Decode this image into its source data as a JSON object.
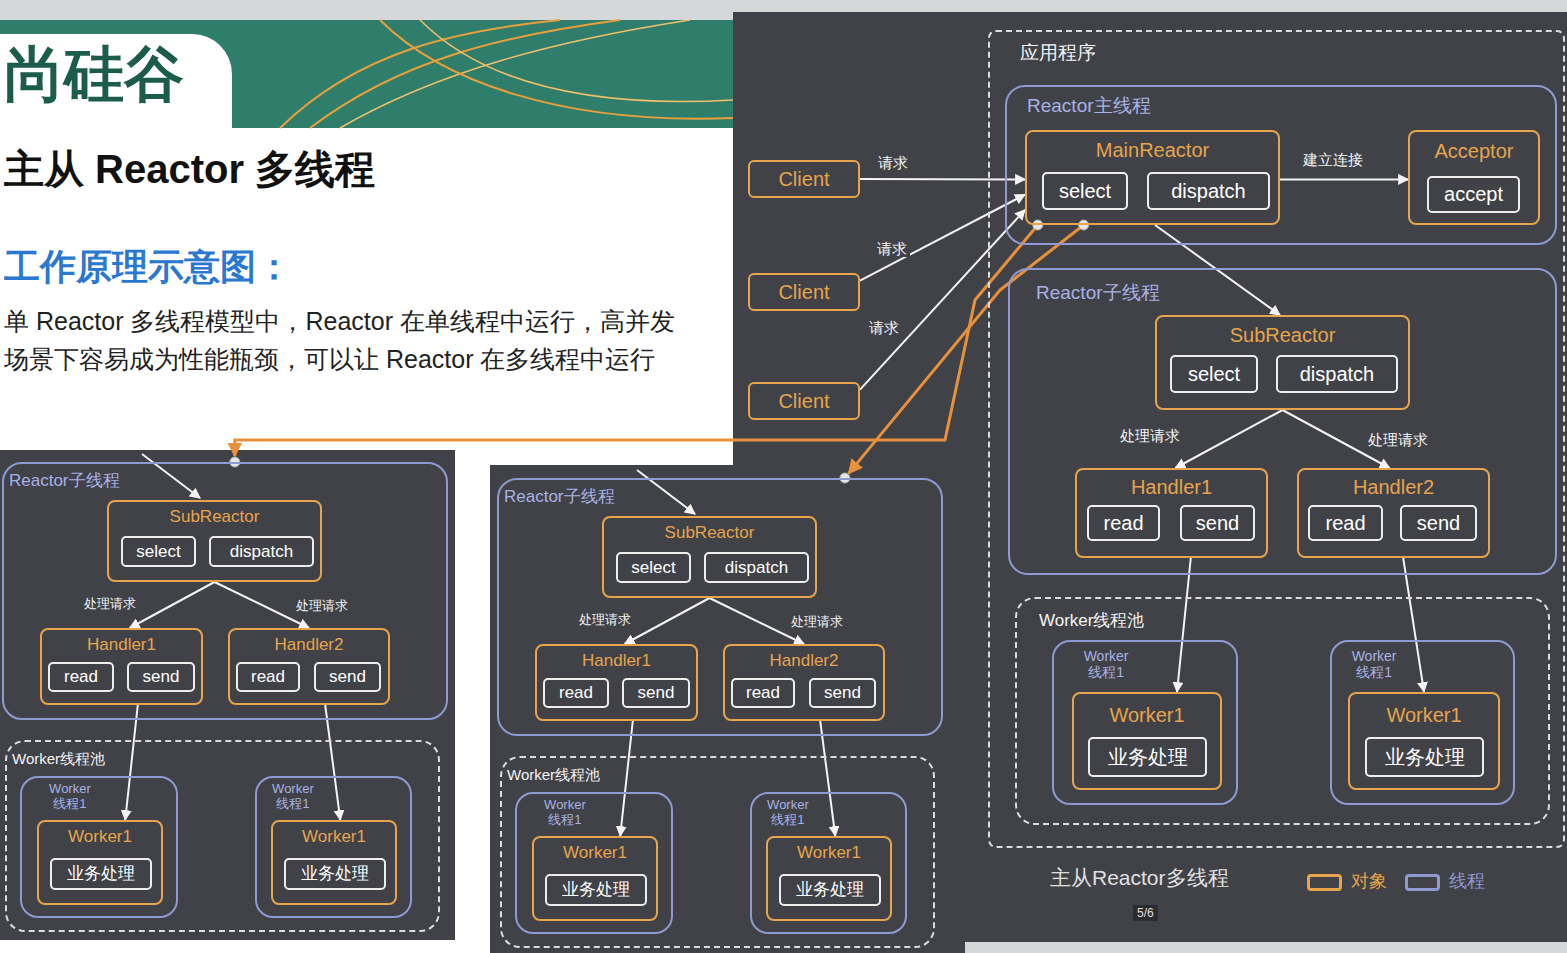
{
  "diagram": {
    "title": "主从 Reactor 多线程",
    "caption": "主从Reactor多线程",
    "nodes": [
      {
        "text": [
          "Client"
        ]
      },
      {
        "text": [
          "Client"
        ]
      },
      {
        "text": [
          "Client"
        ]
      },
      {
        "text": [
          "应用程序"
        ]
      },
      {
        "text": [
          "Reactor主线程"
        ],
        "in": 3
      },
      {
        "text": [
          "MainReactor"
        ],
        "in": 4
      },
      {
        "text": [
          "select"
        ],
        "in": 5
      },
      {
        "text": [
          "dispatch"
        ],
        "in": 5
      },
      {
        "text": [
          "Acceptor"
        ],
        "in": 4
      },
      {
        "text": [
          "accept"
        ],
        "in": 8
      },
      {
        "text": [
          "Reactor子线程"
        ],
        "in": 3
      },
      {
        "text": [
          "SubReactor"
        ],
        "in": 10
      },
      {
        "text": [
          "select"
        ],
        "in": 11
      },
      {
        "text": [
          "dispatch"
        ],
        "in": 11
      },
      {
        "text": [
          "Handler1"
        ],
        "in": 10
      },
      {
        "text": [
          "read"
        ],
        "in": 14
      },
      {
        "text": [
          "send"
        ],
        "in": 14
      },
      {
        "text": [
          "Handler2"
        ],
        "in": 10
      },
      {
        "text": [
          "read"
        ],
        "in": 17
      },
      {
        "text": [
          "send"
        ],
        "in": 17
      },
      {
        "text": [
          "Worker线程池"
        ],
        "in": 3
      },
      {
        "text": [
          "Worker 线程1"
        ],
        "in": 20
      },
      {
        "text": [
          "Worker1"
        ],
        "in": 21
      },
      {
        "text": [
          "业务处理"
        ],
        "in": 22
      },
      {
        "text": [
          "Worker 线程1"
        ],
        "in": 20
      },
      {
        "text": [
          "Worker1"
        ],
        "in": 24
      },
      {
        "text": [
          "业务处理"
        ],
        "in": 25
      },
      {
        "text": [
          "Reactor子线程"
        ]
      },
      {
        "text": [
          "SubReactor"
        ],
        "in": 27
      },
      {
        "text": [
          "select"
        ],
        "in": 28
      },
      {
        "text": [
          "dispatch"
        ],
        "in": 28
      },
      {
        "text": [
          "Handler1"
        ],
        "in": 27
      },
      {
        "text": [
          "read"
        ],
        "in": 31
      },
      {
        "text": [
          "send"
        ],
        "in": 31
      },
      {
        "text": [
          "Handler2"
        ],
        "in": 27
      },
      {
        "text": [
          "read"
        ],
        "in": 34
      },
      {
        "text": [
          "send"
        ],
        "in": 34
      },
      {
        "text": [
          "Worker线程池"
        ]
      },
      {
        "text": [
          "Worker 线程1"
        ],
        "in": 37
      },
      {
        "text": [
          "Worker1"
        ],
        "in": 38
      },
      {
        "text": [
          "业务处理"
        ],
        "in": 39
      },
      {
        "text": [
          "Worker 线程1"
        ],
        "in": 37
      },
      {
        "text": [
          "Worker1"
        ],
        "in": 41
      },
      {
        "text": [
          "业务处理"
        ],
        "in": 42
      },
      {
        "text": [
          "Reactor子线程"
        ]
      },
      {
        "text": [
          "SubReactor"
        ],
        "in": 44
      },
      {
        "text": [
          "select"
        ],
        "in": 45
      },
      {
        "text": [
          "dispatch"
        ],
        "in": 45
      },
      {
        "text": [
          "Handler1"
        ],
        "in": 44
      },
      {
        "text": [
          "read"
        ],
        "in": 48
      },
      {
        "text": [
          "send"
        ],
        "in": 48
      },
      {
        "text": [
          "Handler2"
        ],
        "in": 44
      },
      {
        "text": [
          "read"
        ],
        "in": 51
      },
      {
        "text": [
          "send"
        ],
        "in": 51
      },
      {
        "text": [
          "Worker线程池"
        ]
      },
      {
        "text": [
          "Worker 线程1"
        ],
        "in": 54
      },
      {
        "text": [
          "Worker1"
        ],
        "in": 55
      },
      {
        "text": [
          "业务处理"
        ],
        "in": 56
      },
      {
        "text": [
          "Worker 线程1"
        ],
        "in": 54
      },
      {
        "text": [
          "Worker1"
        ],
        "in": 58
      },
      {
        "text": [
          "业务处理"
        ],
        "in": 59
      }
    ],
    "edges": [
      {
        "from": 0,
        "to": 5,
        "label": "请求",
        "arrow": "to"
      },
      {
        "from": 1,
        "to": 5,
        "label": "请求",
        "arrow": "to"
      },
      {
        "from": 2,
        "to": 5,
        "label": "请求",
        "arrow": "to"
      },
      {
        "from": 5,
        "to": 8,
        "label": "建立连接",
        "arrow": "to"
      },
      {
        "from": 5,
        "to": 11,
        "arrow": "to"
      },
      {
        "from": 11,
        "to": 14,
        "label": "处理请求",
        "arrow": "to"
      },
      {
        "from": 11,
        "to": 17,
        "label": "处理请求",
        "arrow": "to"
      },
      {
        "from": 14,
        "to": 22,
        "arrow": "to"
      },
      {
        "from": 17,
        "to": 25,
        "arrow": "to"
      },
      {
        "from": 5,
        "to": 27,
        "arrow": "to"
      },
      {
        "from": 5,
        "to": 44,
        "arrow": "to"
      },
      {
        "from": 28,
        "to": 31,
        "label": "处理请求",
        "arrow": "to"
      },
      {
        "from": 28,
        "to": 34,
        "label": "处理请求",
        "arrow": "to"
      },
      {
        "from": 31,
        "to": 39,
        "arrow": "to"
      },
      {
        "from": 34,
        "to": 42,
        "arrow": "to"
      },
      {
        "from": 45,
        "to": 48,
        "label": "处理请求",
        "arrow": "to"
      },
      {
        "from": 45,
        "to": 51,
        "label": "处理请求",
        "arrow": "to"
      },
      {
        "from": 48,
        "to": 56,
        "arrow": "to"
      },
      {
        "from": 51,
        "to": 59,
        "arrow": "to"
      }
    ],
    "labels": [
      "尚硅谷",
      "工作原理示意图：",
      "单 Reactor 多线程模型中，Reactor 在单线程中运行，高并发场景下容易成为性能瓶颈，可以让 Reactor 在多线程中运行",
      "5/6"
    ],
    "legend": [
      {
        "text": "对象",
        "color": "#e6a44c"
      },
      {
        "text": "线程",
        "color": "#8f99d2"
      }
    ]
  }
}
